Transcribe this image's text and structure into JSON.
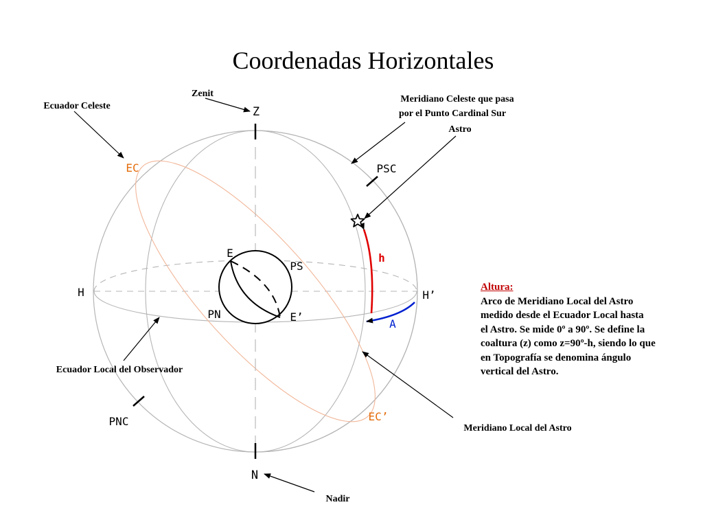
{
  "title": "Coordenadas Horizontales",
  "callouts": {
    "zenit": "Zenit",
    "ecuador_celeste": "Ecuador Celeste",
    "meridiano_celeste_1": "Meridiano Celeste que pasa",
    "meridiano_celeste_2": "por el Punto Cardinal Sur",
    "astro": "Astro",
    "ecuador_local": "Ecuador Local del Observador",
    "meridiano_local": "Meridiano Local del Astro",
    "nadir": "Nadir"
  },
  "points": {
    "Z": "Z",
    "N": "N",
    "H": "H",
    "H_prime": "H’",
    "EC": "EC",
    "EC_prime": "EC’",
    "PSC": "PSC",
    "PNC": "PNC",
    "E": "E",
    "PS": "PS",
    "PN": "PN",
    "E_prime": "E’",
    "h": "h",
    "A": "A"
  },
  "altura_note": {
    "heading": "Altura:",
    "lines": [
      "Arco de Meridiano Local del Astro",
      "medido desde el Ecuador Local hasta",
      "el Astro. Se mide 0º a 90º. Se define la",
      "coaltura (z) como z=90º-h, siendo lo que",
      "en Topografía se denomina ángulo",
      "vertical del Astro."
    ]
  },
  "colors": {
    "sphere": "#b5b5b5",
    "celestial_equator": "#f2b79a",
    "label_orange": "#e36c0a",
    "altitude_arc": "#e00000",
    "azimuth_arc": "#0020d0",
    "ink": "#000000"
  },
  "icons": {
    "astro": "star-outline-icon"
  }
}
